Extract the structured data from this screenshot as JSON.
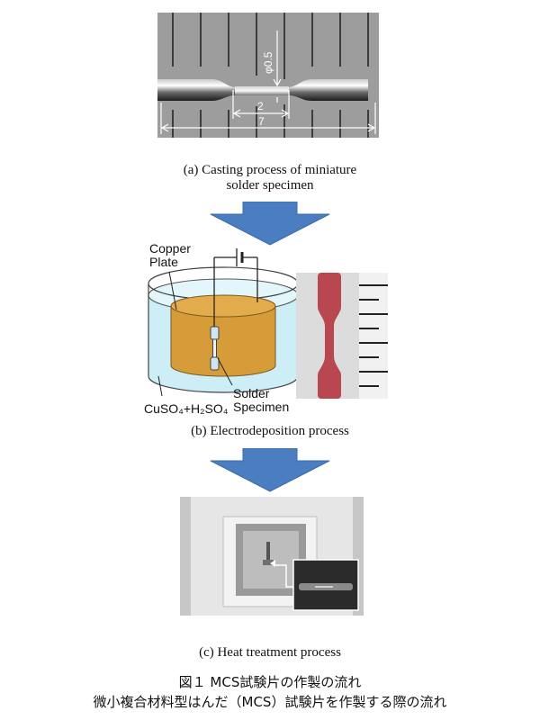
{
  "panel_a": {
    "caption_line1": "(a) Casting process of miniature",
    "caption_line2": "solder specimen",
    "dim_diameter": "φ0.5",
    "dim_gauge": "2",
    "dim_total": "7"
  },
  "panel_b": {
    "label_copper_line1": "Copper",
    "label_copper_line2": "Plate",
    "label_solder_line1": "Solder",
    "label_solder_line2": "Specimen",
    "label_electrolyte": "CuSO₄+H₂SO₄",
    "caption": "(b) Electrodeposition process"
  },
  "panel_c": {
    "caption": "(c) Heat treatment process"
  },
  "figure": {
    "title": "図１ MCS試験片の作製の流れ",
    "subtitle": "微小複合材料型はんだ（MCS）試験片を作製する際の流れ"
  },
  "colors": {
    "arrow": "#4a7ec0",
    "copper": "#d79c3a",
    "electrolyte": "#cdeef6",
    "specimen_red": "#b9474f"
  }
}
